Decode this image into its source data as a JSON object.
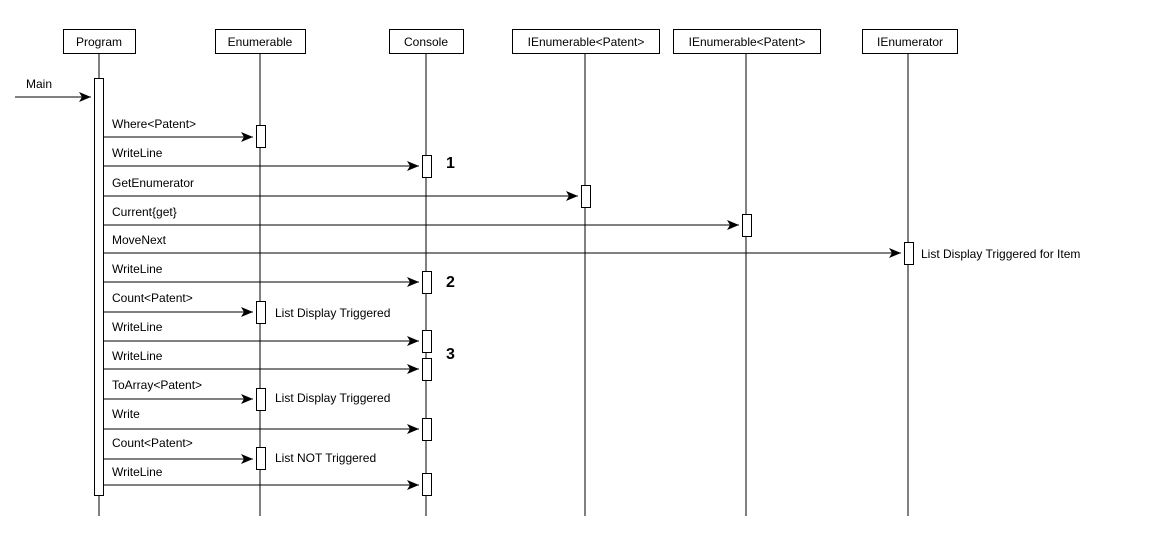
{
  "lifelines": [
    {
      "id": "program",
      "label": "Program"
    },
    {
      "id": "enumerable",
      "label": "Enumerable"
    },
    {
      "id": "console",
      "label": "Console"
    },
    {
      "id": "ienum1",
      "label": "IEnumerable<Patent>"
    },
    {
      "id": "ienum2",
      "label": "IEnumerable<Patent>"
    },
    {
      "id": "ienumerator",
      "label": "IEnumerator"
    }
  ],
  "entry_message": {
    "label": "Main",
    "to": "program"
  },
  "messages": [
    {
      "label": "Where<Patent>",
      "from": "program",
      "to": "enumerable"
    },
    {
      "label": "WriteLine",
      "from": "program",
      "to": "console"
    },
    {
      "label": "GetEnumerator",
      "from": "program",
      "to": "ienum1"
    },
    {
      "label": "Current{get}",
      "from": "program",
      "to": "ienum2"
    },
    {
      "label": "MoveNext",
      "from": "program",
      "to": "ienumerator"
    },
    {
      "label": "WriteLine",
      "from": "program",
      "to": "console"
    },
    {
      "label": "Count<Patent>",
      "from": "program",
      "to": "enumerable"
    },
    {
      "label": "WriteLine",
      "from": "program",
      "to": "console"
    },
    {
      "label": "WriteLine",
      "from": "program",
      "to": "console"
    },
    {
      "label": "ToArray<Patent>",
      "from": "program",
      "to": "enumerable"
    },
    {
      "label": "Write",
      "from": "program",
      "to": "console"
    },
    {
      "label": "Count<Patent>",
      "from": "program",
      "to": "enumerable"
    },
    {
      "label": "WriteLine",
      "from": "program",
      "to": "console"
    }
  ],
  "notes": [
    {
      "text": "List Display Triggered for Item",
      "message_index": 4
    },
    {
      "text": "List Display Triggered",
      "message_index": 6
    },
    {
      "text": "List Display Triggered",
      "message_index": 9
    },
    {
      "text": "List NOT Triggered",
      "message_index": 11
    }
  ],
  "markers": [
    {
      "text": "1",
      "message_index": 1
    },
    {
      "text": "2",
      "message_index": 5
    },
    {
      "text": "3",
      "message_index": 7
    }
  ],
  "colors": {
    "stroke": "#000000",
    "fill": "#ffffff"
  }
}
